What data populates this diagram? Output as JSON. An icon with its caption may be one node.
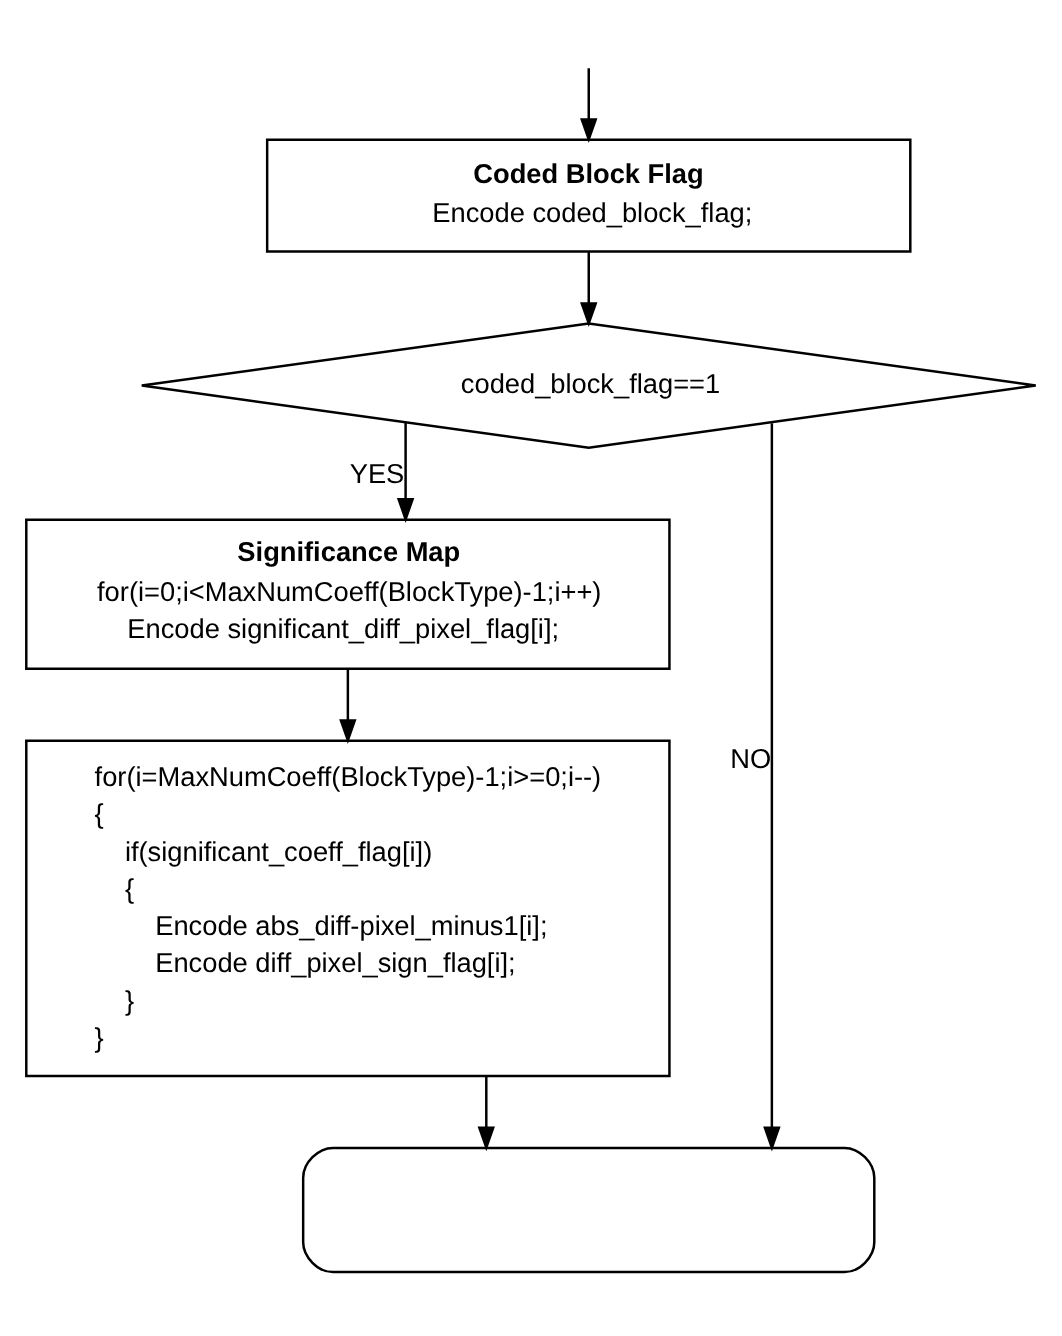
{
  "diagram": {
    "nodes": [
      {
        "text": [
          "Coded Block Flag",
          "Encode coded_block_flag;"
        ]
      },
      {
        "text": [
          "coded_block_flag==1"
        ]
      },
      {
        "text": [
          "Significance Map",
          "for(i=0;i<MaxNumCoeff(BlockType)-1;i++)",
          "Encode significant_diff_pixel_flag[i];"
        ]
      },
      {
        "text": [
          "for(i=MaxNumCoeff(BlockType)-1;i>=0;i--)",
          "{",
          "if(significant_coeff_flag[i])",
          "{",
          "Encode abs_diff-pixel_minus1[i];",
          "Encode diff_pixel_sign_flag[i];",
          "}",
          "}"
        ]
      },
      {
        "text": [],
        "shape": "terminator"
      }
    ],
    "edges": [
      {
        "from": null,
        "to": 0,
        "arrow": "to"
      },
      {
        "from": 0,
        "to": 1,
        "arrow": "to"
      },
      {
        "from": 1,
        "to": 2,
        "arrow": "to",
        "label": "YES"
      },
      {
        "from": 2,
        "to": 3,
        "arrow": "to"
      },
      {
        "from": 3,
        "to": 4,
        "arrow": "to"
      },
      {
        "from": 1,
        "to": 4,
        "arrow": "to",
        "label": "NO"
      }
    ]
  }
}
